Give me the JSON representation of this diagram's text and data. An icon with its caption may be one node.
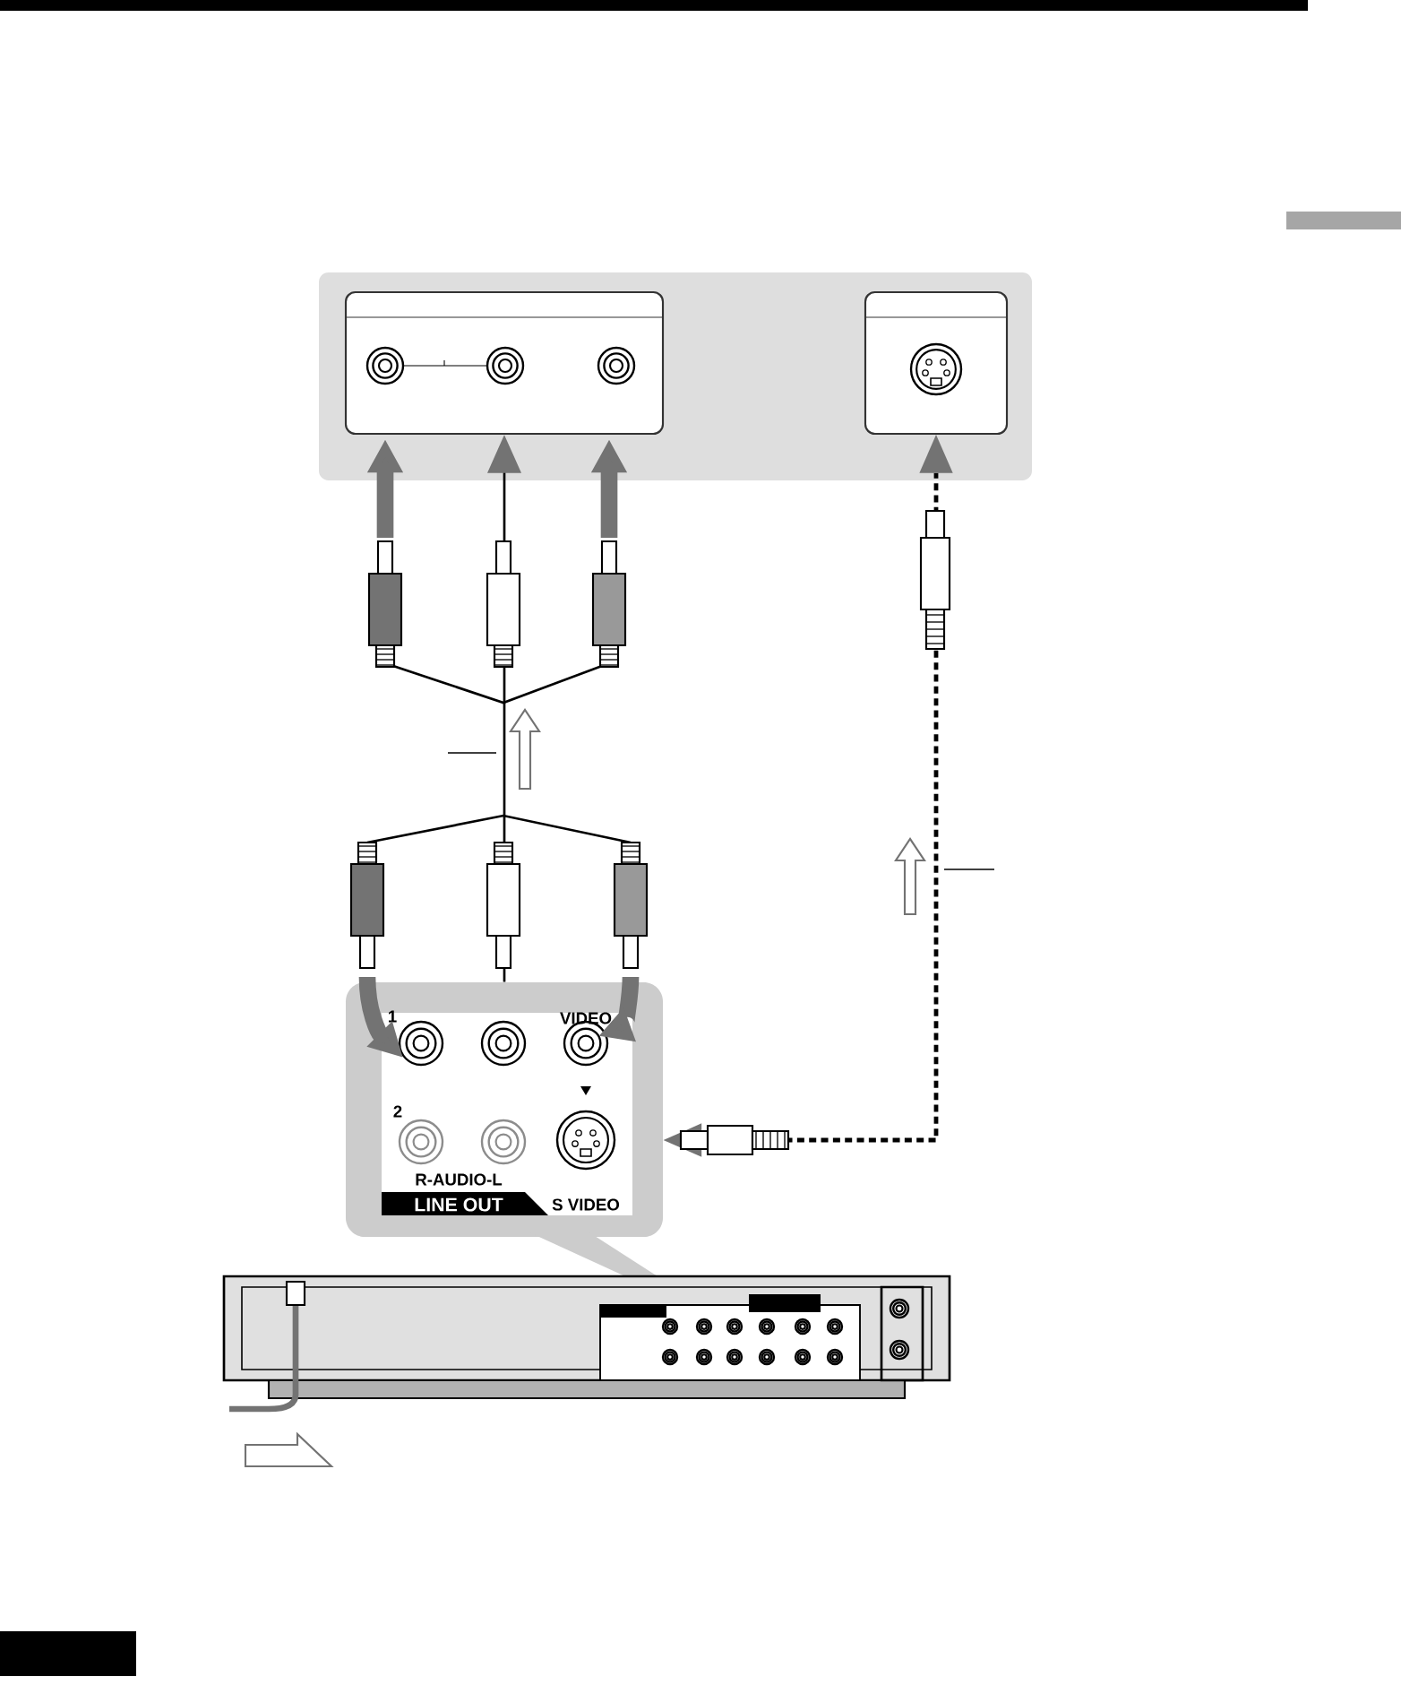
{
  "diagram": {
    "nodes": [
      {
        "text": [],
        "shape": "box"
      },
      {
        "text": [],
        "shape": "box",
        "in": 0
      },
      {
        "text": [],
        "shape": "box",
        "in": 0
      },
      {
        "text": [
          "1",
          "VIDEO",
          "2",
          "R-AUDIO-L",
          "LINE OUT",
          "S VIDEO"
        ]
      }
    ],
    "edges": [
      {
        "from": 3,
        "to": 1,
        "arrow": "to"
      },
      {
        "from": 3,
        "to": 2,
        "arrow": "both",
        "style": "dashed"
      }
    ]
  }
}
